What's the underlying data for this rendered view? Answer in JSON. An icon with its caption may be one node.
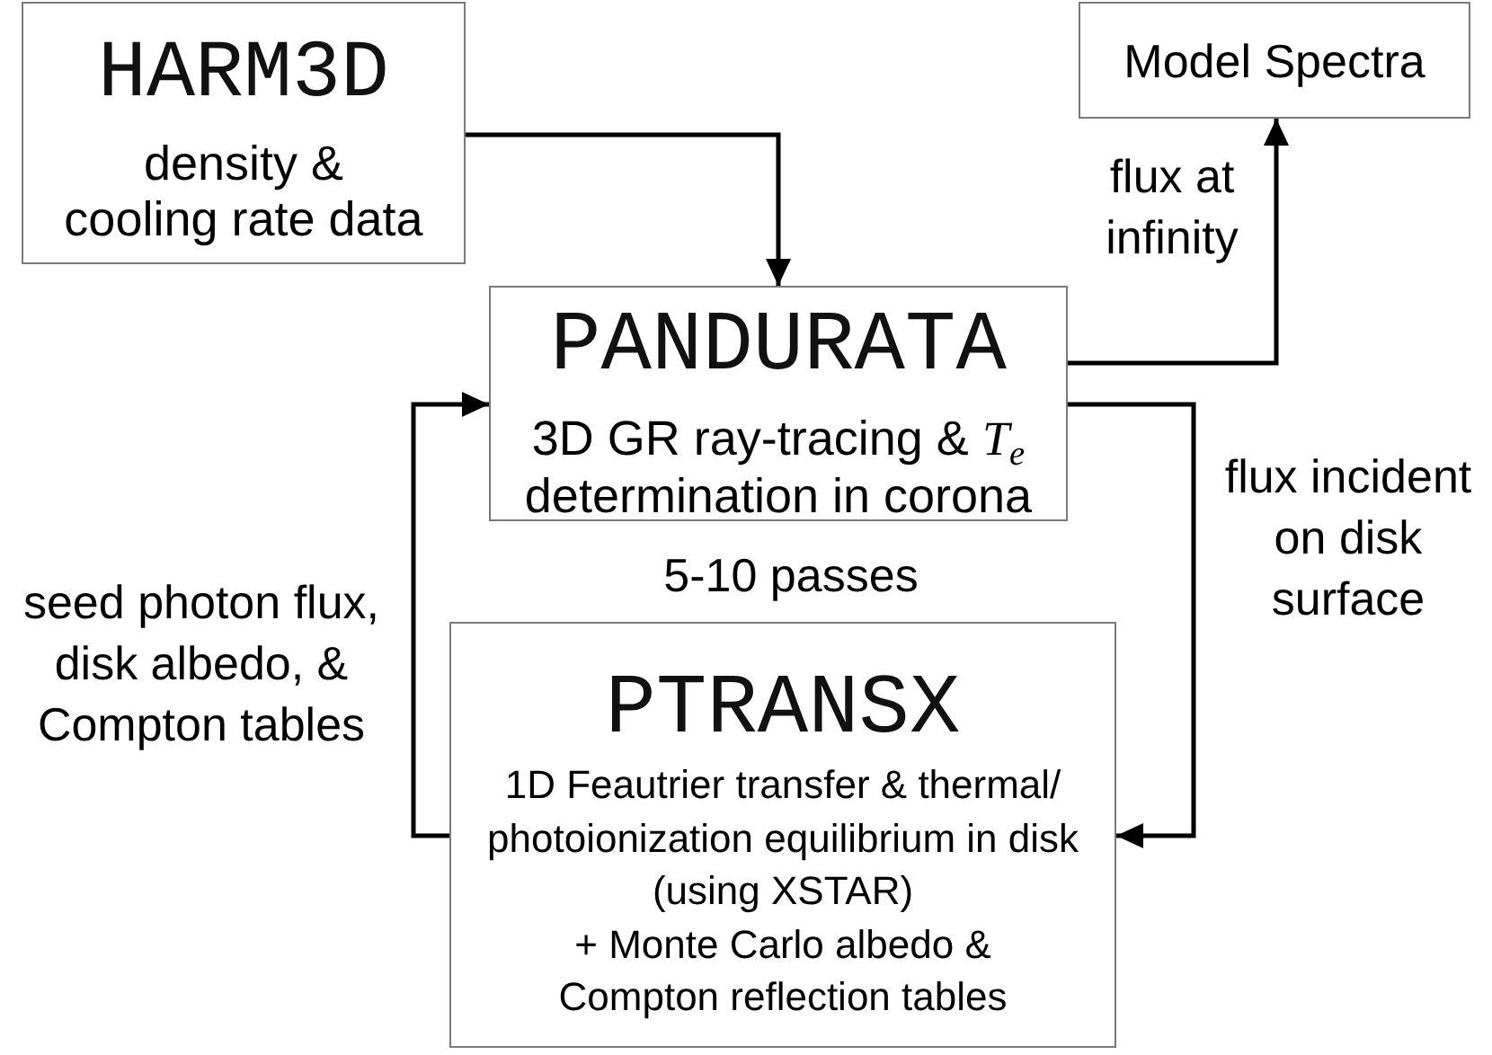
{
  "diagram": {
    "nodes": [
      {
        "text": [
          "HARM3D",
          "density & cooling rate data"
        ]
      },
      {
        "text": [
          "Model Spectra"
        ]
      },
      {
        "text": [
          "PANDURATA",
          "3D GR ray-tracing & *T*$_{e}$ determination in corona"
        ]
      },
      {
        "text": [
          "PTRANSX",
          "1D Feautrier transfer & thermal/ photoionization equilibrium in disk (using XSTAR)",
          "+ Monte Carlo albedo & Compton reflection tables"
        ]
      }
    ],
    "edges": [
      {
        "from": 0,
        "to": 2,
        "arrow": "to"
      },
      {
        "from": 2,
        "to": 1,
        "arrow": "to",
        "label": "flux at infinity"
      },
      {
        "from": 2,
        "to": 3,
        "arrow": "to",
        "label": "flux incident on disk surface"
      },
      {
        "from": 3,
        "to": 2,
        "arrow": "to",
        "label": "seed photon flux, disk albedo, & Compton tables"
      }
    ],
    "labels": [
      "5-10 passes"
    ]
  }
}
